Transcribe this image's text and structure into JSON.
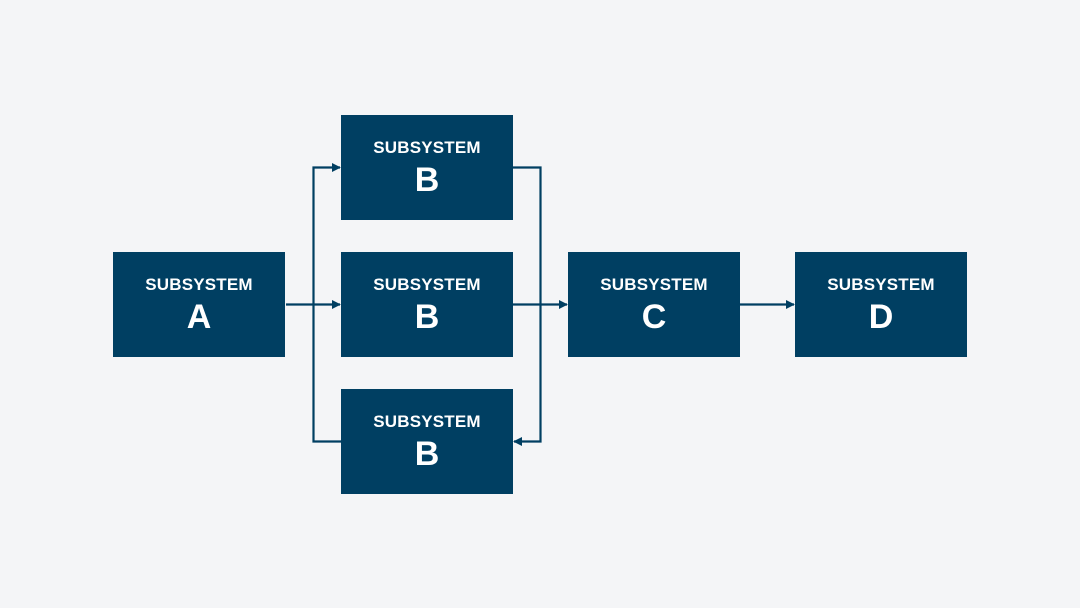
{
  "colors": {
    "background": "#f4f5f7",
    "box_fill": "#003f62",
    "box_text": "#ffffff",
    "connector": "#003f62"
  },
  "nodes": [
    {
      "id": "a",
      "kind": "SUBSYSTEM",
      "letter": "A"
    },
    {
      "id": "b1",
      "kind": "SUBSYSTEM",
      "letter": "B"
    },
    {
      "id": "b2",
      "kind": "SUBSYSTEM",
      "letter": "B"
    },
    {
      "id": "b3",
      "kind": "SUBSYSTEM",
      "letter": "B"
    },
    {
      "id": "c",
      "kind": "SUBSYSTEM",
      "letter": "C"
    },
    {
      "id": "d",
      "kind": "SUBSYSTEM",
      "letter": "D"
    }
  ],
  "connections": [
    {
      "from": "a",
      "to": "b1"
    },
    {
      "from": "a",
      "to": "b2"
    },
    {
      "from": "b3",
      "to": "b1"
    },
    {
      "from": "b1",
      "to": "c"
    },
    {
      "from": "b2",
      "to": "c"
    },
    {
      "from": "b1",
      "to": "b3"
    },
    {
      "from": "c",
      "to": "d"
    }
  ]
}
